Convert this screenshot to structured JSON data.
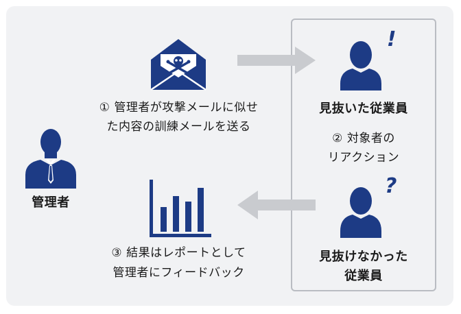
{
  "colors": {
    "navy": "#1d3b85",
    "arrow": "#c9cbcf",
    "panel": "#f1f2f4",
    "border": "#b9bcc2"
  },
  "icons": {
    "admin": "person-with-tie-icon",
    "mail": "attack-envelope-skull-icon",
    "chart": "bar-chart-icon",
    "found": "person-exclamation-icon",
    "missed": "person-question-icon"
  },
  "labels": {
    "admin": "管理者",
    "step1_line1": "① 管理者が攻撃メールに似せ",
    "step1_line2": "た内容の訓練メールを送る",
    "found_employee": "見抜いた従業員",
    "step2_line1": "② 対象者の",
    "step2_line2": "リアクション",
    "missed_line1": "見抜けなかった",
    "missed_line2": "従業員",
    "step3_line1": "③ 結果はレポートとして",
    "step3_line2": "管理者にフィードバック",
    "exclamation": "!",
    "question": "?"
  }
}
